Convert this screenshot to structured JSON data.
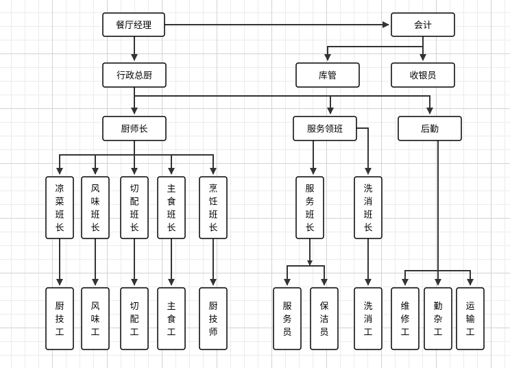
{
  "diagram": {
    "nodes": [
      {
        "id": "manager",
        "label": "餐厅经理"
      },
      {
        "id": "accountant",
        "label": "会计"
      },
      {
        "id": "exec_chef",
        "label": "行政总厨"
      },
      {
        "id": "warehouse",
        "label": "库管"
      },
      {
        "id": "cashier",
        "label": "收银员"
      },
      {
        "id": "head_chef",
        "label": "厨师长"
      },
      {
        "id": "service_lead",
        "label": "服务领班"
      },
      {
        "id": "logistics",
        "label": "后勤"
      },
      {
        "id": "cold_dish_lead",
        "label": "凉菜班长"
      },
      {
        "id": "flavor_lead",
        "label": "风味班长"
      },
      {
        "id": "cutting_lead",
        "label": "切配班长"
      },
      {
        "id": "staple_lead",
        "label": "主食班长"
      },
      {
        "id": "cooking_lead",
        "label": "烹饪班长"
      },
      {
        "id": "service_team_lead",
        "label": "服务班长"
      },
      {
        "id": "washing_lead",
        "label": "洗消班长"
      },
      {
        "id": "kitchen_worker",
        "label": "厨技工"
      },
      {
        "id": "flavor_worker",
        "label": "风味工"
      },
      {
        "id": "cutting_worker",
        "label": "切配工"
      },
      {
        "id": "staple_worker",
        "label": "主食工"
      },
      {
        "id": "chef_tech",
        "label": "厨技师"
      },
      {
        "id": "waiter",
        "label": "服务员"
      },
      {
        "id": "cleaner",
        "label": "保洁员"
      },
      {
        "id": "washer",
        "label": "洗消工"
      },
      {
        "id": "maintenance",
        "label": "维修工"
      },
      {
        "id": "handyman",
        "label": "勤杂工"
      },
      {
        "id": "transport",
        "label": "运输工"
      }
    ],
    "edges": [
      {
        "from": "manager",
        "to": "accountant"
      },
      {
        "from": "manager",
        "to": "exec_chef"
      },
      {
        "from": "accountant",
        "to": "warehouse"
      },
      {
        "from": "accountant",
        "to": "cashier"
      },
      {
        "from": "exec_chef",
        "to": "head_chef"
      },
      {
        "from": "exec_chef",
        "to": "service_lead"
      },
      {
        "from": "exec_chef",
        "to": "logistics"
      },
      {
        "from": "head_chef",
        "to": "cold_dish_lead"
      },
      {
        "from": "head_chef",
        "to": "flavor_lead"
      },
      {
        "from": "head_chef",
        "to": "cutting_lead"
      },
      {
        "from": "head_chef",
        "to": "staple_lead"
      },
      {
        "from": "head_chef",
        "to": "cooking_lead"
      },
      {
        "from": "service_lead",
        "to": "service_team_lead"
      },
      {
        "from": "service_lead",
        "to": "washing_lead"
      },
      {
        "from": "cold_dish_lead",
        "to": "kitchen_worker"
      },
      {
        "from": "flavor_lead",
        "to": "flavor_worker"
      },
      {
        "from": "cutting_lead",
        "to": "cutting_worker"
      },
      {
        "from": "staple_lead",
        "to": "staple_worker"
      },
      {
        "from": "cooking_lead",
        "to": "chef_tech"
      },
      {
        "from": "service_team_lead",
        "to": "waiter"
      },
      {
        "from": "service_team_lead",
        "to": "cleaner"
      },
      {
        "from": "washing_lead",
        "to": "washer"
      },
      {
        "from": "logistics",
        "to": "maintenance"
      },
      {
        "from": "logistics",
        "to": "handyman"
      },
      {
        "from": "logistics",
        "to": "transport"
      }
    ]
  }
}
